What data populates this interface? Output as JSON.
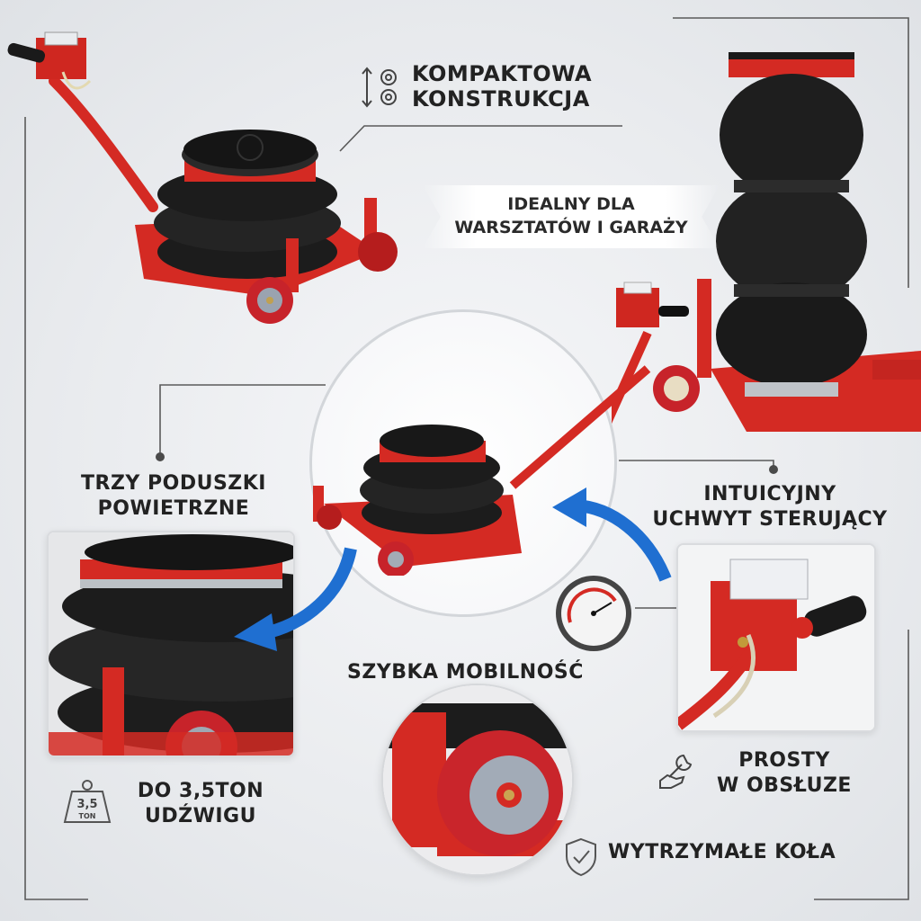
{
  "callouts": {
    "compact": [
      "KOMPAKTOWA",
      "KONSTRUKCJA"
    ],
    "ideal": [
      "IDEALNY DLA",
      "WARSZTATÓW I GARAŻY"
    ],
    "three_bags": [
      "TRZY PODUSZKI",
      "POWIETRZNE"
    ],
    "handle": [
      "INTUICYJNY",
      "UCHWYT STERUJĄCY"
    ],
    "mobility": "SZYBKA MOBILNOŚĆ",
    "simple": [
      "PROSTY",
      "W OBSŁUZE"
    ],
    "capacity": [
      "DO 3,5TON",
      "UDŹWIGU"
    ],
    "wheels": "WYTRZYMAŁE KOŁA"
  },
  "weight_badge": {
    "number": "3,5",
    "unit": "TON"
  },
  "colors": {
    "frame_red": "#d42a23",
    "bag_black": "#1c1c1c",
    "arrow_blue": "#1f6fd1",
    "line_gray": "#555555"
  },
  "icons": [
    "gear-height-icon",
    "weight-icon",
    "wrench-hand-icon",
    "shield-check-icon"
  ]
}
